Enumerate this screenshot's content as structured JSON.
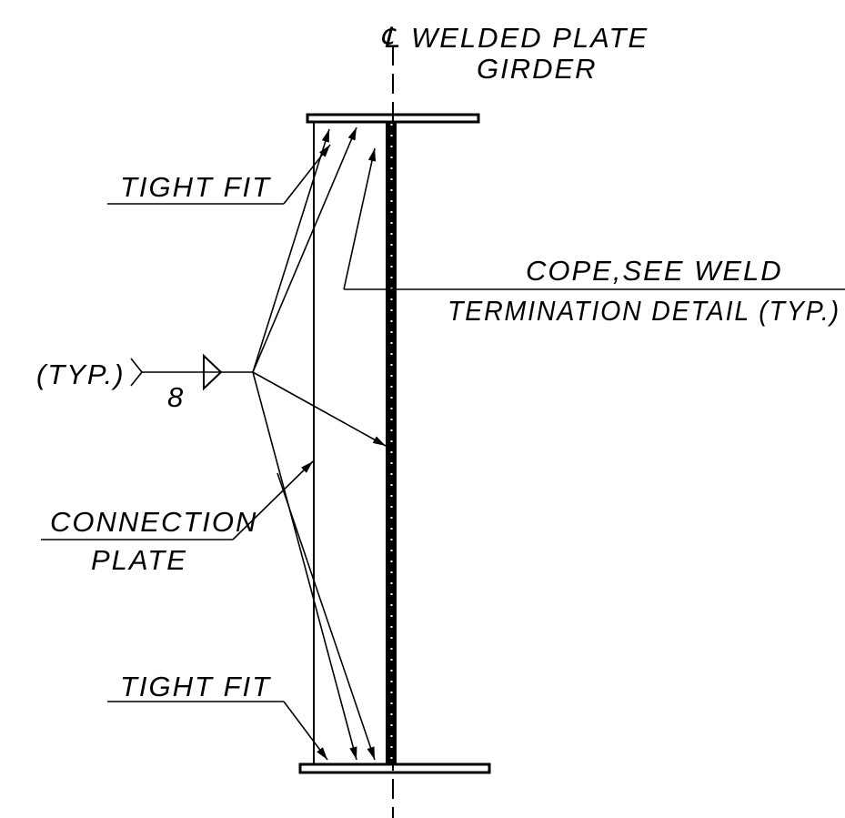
{
  "drawing": {
    "centerline_symbol": "℄",
    "title_line1": "WELDED PLATE",
    "title_line2": "GIRDER",
    "tight_fit_top": "TIGHT FIT",
    "tight_fit_bottom": "TIGHT FIT",
    "cope_line1": "COPE,SEE WELD",
    "cope_line2": "TERMINATION DETAIL (TYP.)",
    "weld_tail": "(TYP.)",
    "weld_size": "8",
    "connection_line1": "CONNECTION",
    "connection_line2": "PLATE",
    "line_color": "#000000",
    "background_color": "#ffffff"
  }
}
